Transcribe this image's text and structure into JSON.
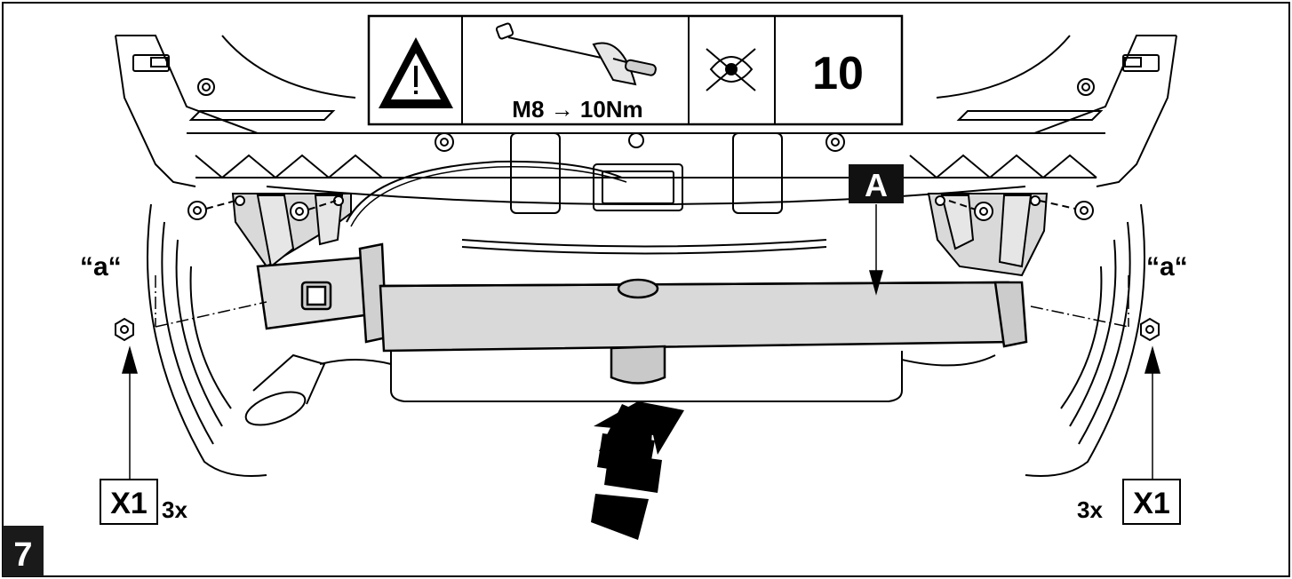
{
  "callout": {
    "torque_label": "M8 → 10Nm",
    "inspection_number": "10",
    "icons": [
      "warning-triangle-icon",
      "torque-wrench-icon",
      "eye-inspect-icon"
    ]
  },
  "labels": {
    "part_a": "A",
    "dim_left": "“a“",
    "dim_right": "“a“",
    "qty_left": "3x",
    "qty_right": "3x",
    "part_x1_left": "X1",
    "part_x1_right": "X1",
    "step_number": "7"
  },
  "colors": {
    "line": "#000000",
    "crossbar_fill": "#d9d9d9",
    "background": "#ffffff",
    "step_badge": "#1a1a1a"
  }
}
